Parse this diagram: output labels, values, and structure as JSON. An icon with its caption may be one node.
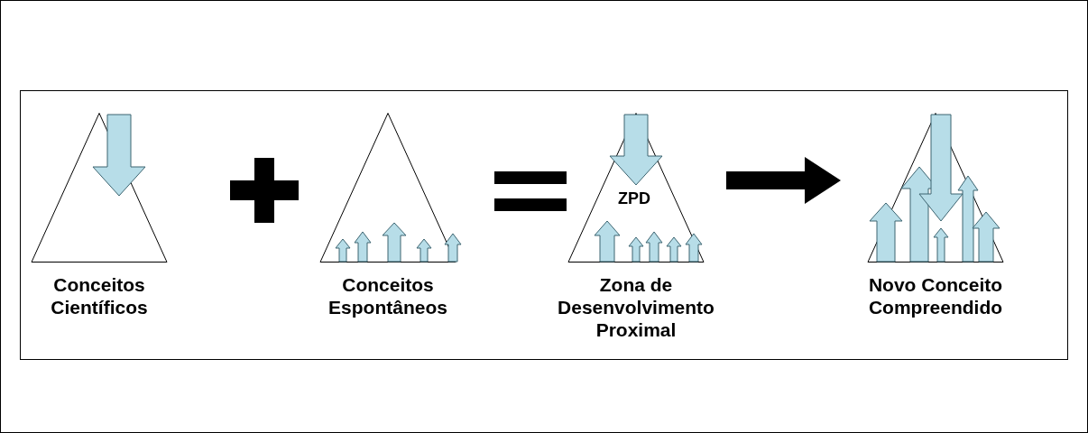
{
  "diagram": {
    "nodes": [
      {
        "text": [
          "Conceitos Científicos"
        ]
      },
      {
        "text": [
          "Conceitos Espontâneos"
        ]
      },
      {
        "text": [
          "ZPD",
          "Zona de Desenvolvimento Proximal"
        ]
      },
      {
        "text": [
          "Novo Conceito Compreendido"
        ]
      }
    ],
    "edges": [
      {
        "from": 2,
        "to": 3,
        "arrow": "to"
      }
    ]
  }
}
